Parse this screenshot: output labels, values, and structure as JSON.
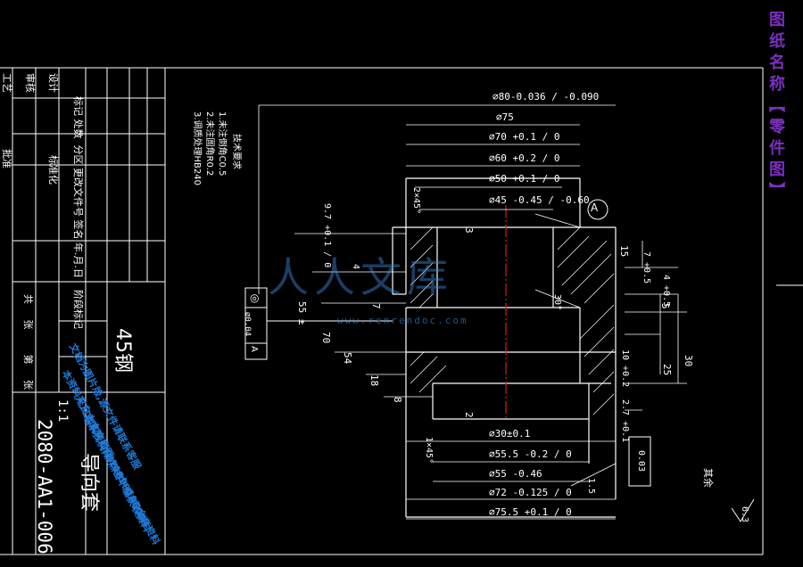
{
  "side_title": "图纸名称【零件图】",
  "title_block": {
    "row1": [
      "标记",
      "处数",
      "分区",
      "更改文件号",
      "签名",
      "年.月.日"
    ],
    "row2": [
      "设计",
      "标准化"
    ],
    "row3": [
      "审核"
    ],
    "row4": [
      "工艺",
      "批准"
    ],
    "stage": "阶段标记",
    "weight_scale": [
      "共",
      "张",
      "第",
      "张"
    ],
    "material": "45钢",
    "scale": "1:1",
    "part_name": "导向套",
    "drawing_no": "2080-AA1-006"
  },
  "notes": {
    "heading": "技术要求",
    "items": [
      "1.未注倒角C0.5",
      "2.未注圆角R0.2",
      "3.调质处理HB240"
    ]
  },
  "watermark": {
    "logo": "人人文库",
    "url": "www.renrendoc.com",
    "promo_lines": [
      "文档为图片版,源文件请联系客服",
      "本资料来自人人文库网word+CAD全套资料",
      "人人文库网 QQ:1159919609",
      "联系我们,请点击下载获取资料"
    ]
  },
  "dimensions": {
    "d80": "⌀80-0.036 / -0.090",
    "d75": "⌀75",
    "d70": "⌀70 +0.1 / 0",
    "d60": "⌀60 +0.2 / 0",
    "d50": "⌀50 +0.1 / 0",
    "d45": "⌀45 -0.45 / -0.60",
    "c2x45": "2×45°",
    "d30": "⌀30±0.1",
    "d55_5": "⌀55.5 -0.2 / 0",
    "d55": "⌀55 -0.46",
    "d72": "⌀72 -0.125 / 0",
    "d75_5": "⌀75.5 +0.1 / 0",
    "c1x45": "1×45°",
    "tol_box": [
      "◎",
      "⌀0.04",
      "A"
    ],
    "datum": "A",
    "v9": "9.7 +0.1 / 0",
    "v55": "55 ±",
    "v70": "70",
    "v54": "54",
    "v18": "18",
    "v8": "8",
    "v3": "3",
    "v7": "7",
    "v4": "4",
    "v2": "2",
    "v30deg": "30°",
    "v15": "15",
    "v4_5": "4 +0.5",
    "v7_05": "7 +0.5",
    "v5": "5",
    "v10": "10 +0.2",
    "v25": "25",
    "v30": "30",
    "v2_7": "2.7 +0.1",
    "flat": "0.03",
    "v1_5": "1.5",
    "other": "其余",
    "rough": "6.3"
  }
}
